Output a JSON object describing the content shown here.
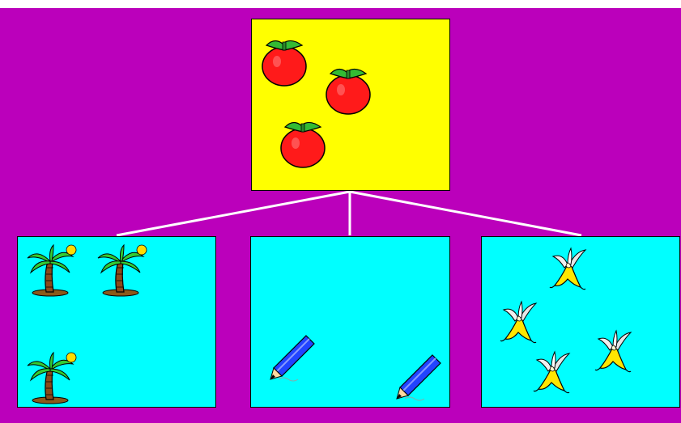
{
  "colors": {
    "background": "#bb00bb",
    "target_box": "#ffff00",
    "choice_box": "#00ffff",
    "connector": "#ffffff",
    "tomato": "#ff1a1a",
    "leaf": "#33bb33",
    "palm_leaf": "#33cc33",
    "trunk": "#8b4a1a",
    "pencil": "#2244ff",
    "banana": "#ffe600"
  },
  "target": {
    "icon": "tomato-icon",
    "count": 3
  },
  "choices": [
    {
      "icon": "palm-tree-icon",
      "count": 3
    },
    {
      "icon": "pencil-icon",
      "count": 2
    },
    {
      "icon": "banana-icon",
      "count": 4
    }
  ]
}
